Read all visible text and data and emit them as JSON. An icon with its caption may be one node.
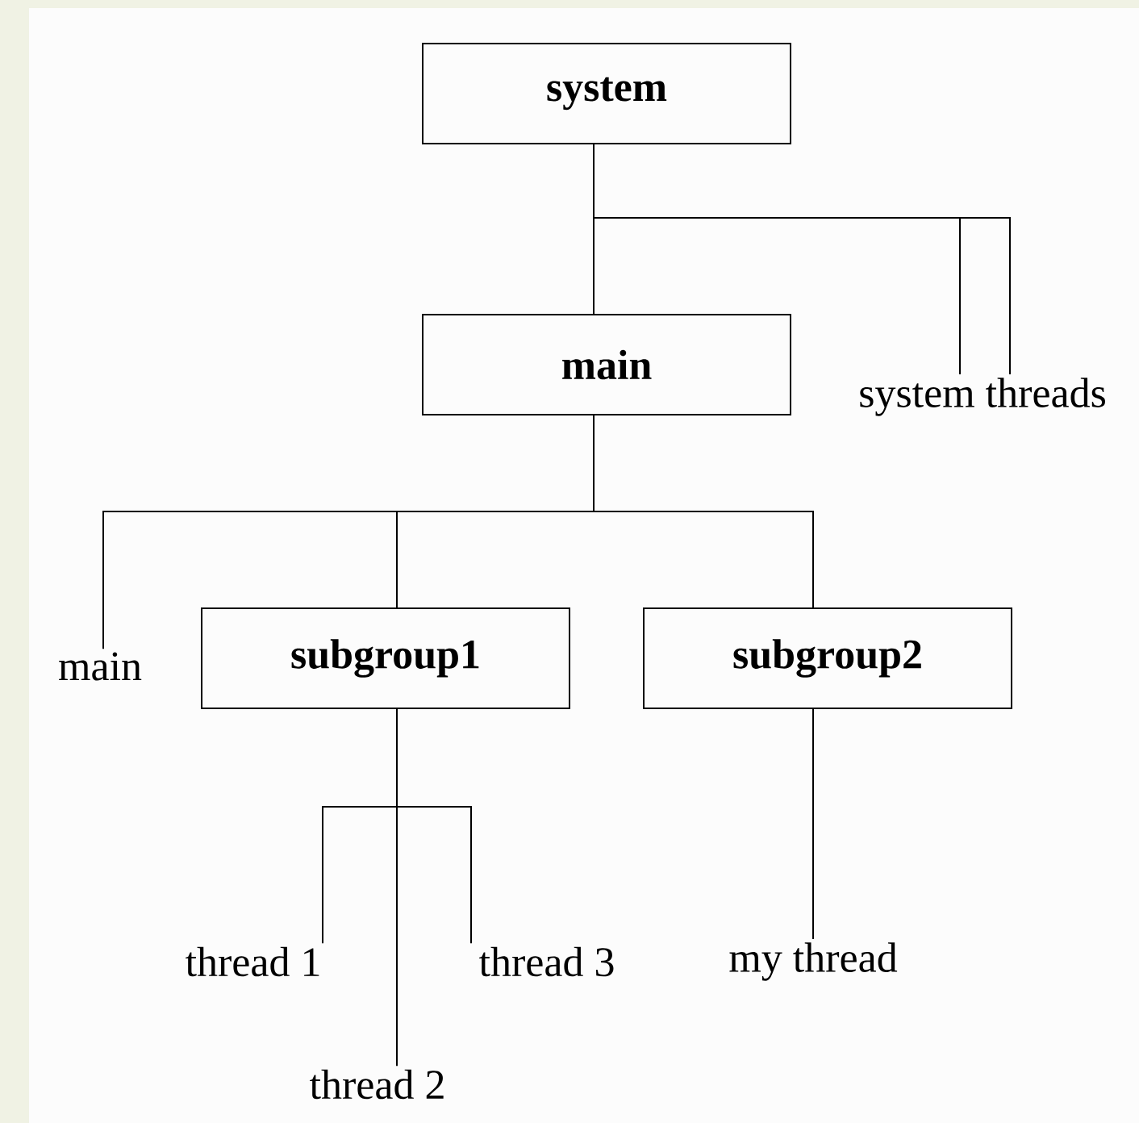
{
  "diagram": {
    "nodes": [
      {
        "text": [
          "system"
        ]
      },
      {
        "text": [
          "main"
        ]
      },
      {
        "text": [
          "system threads"
        ]
      },
      {
        "text": [
          "main"
        ]
      },
      {
        "text": [
          "subgroup1"
        ]
      },
      {
        "text": [
          "subgroup2"
        ]
      },
      {
        "text": [
          "thread 1"
        ]
      },
      {
        "text": [
          "thread 2"
        ]
      },
      {
        "text": [
          "thread 3"
        ]
      },
      {
        "text": [
          "my thread"
        ]
      }
    ],
    "edges": [
      {
        "from": 0,
        "to": 1,
        "arrow": "none"
      },
      {
        "from": 0,
        "to": 2,
        "arrow": "none"
      },
      {
        "from": 0,
        "to": 2,
        "arrow": "none"
      },
      {
        "from": 1,
        "to": 3,
        "arrow": "none"
      },
      {
        "from": 1,
        "to": 4,
        "arrow": "none"
      },
      {
        "from": 1,
        "to": 5,
        "arrow": "none"
      },
      {
        "from": 4,
        "to": 6,
        "arrow": "none"
      },
      {
        "from": 4,
        "to": 7,
        "arrow": "none"
      },
      {
        "from": 4,
        "to": 8,
        "arrow": "none"
      },
      {
        "from": 5,
        "to": 9,
        "arrow": "none"
      }
    ]
  }
}
